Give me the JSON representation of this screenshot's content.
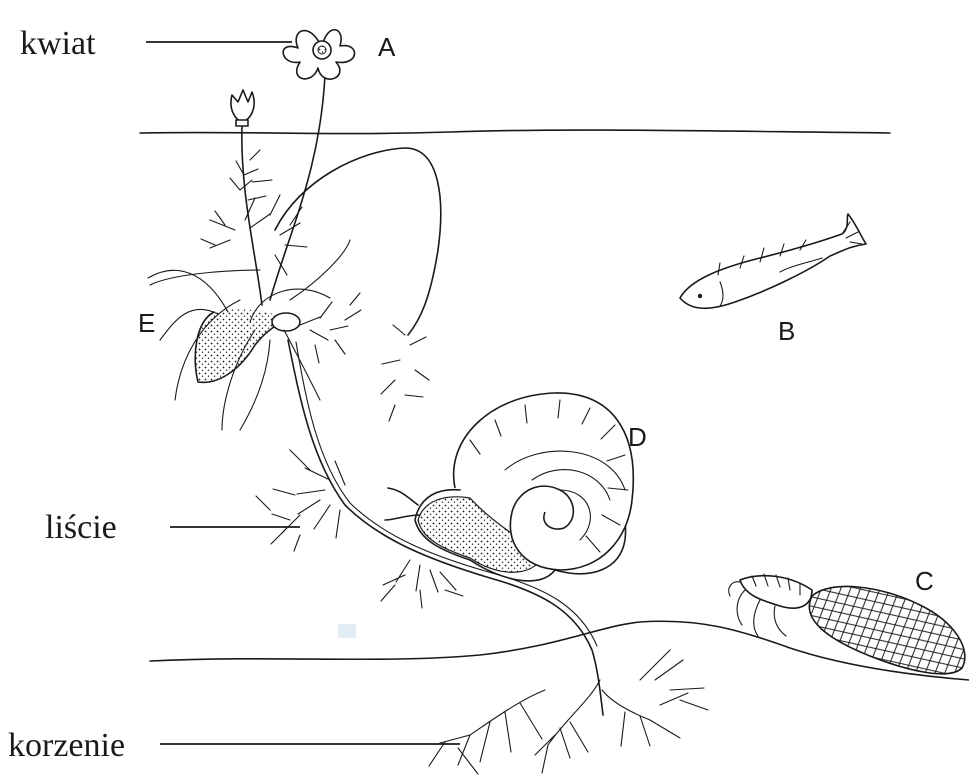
{
  "labels": {
    "flower": "kwiat",
    "leaves": "liście",
    "roots": "korzenie"
  },
  "letters": {
    "a": "A",
    "b": "B",
    "c": "C",
    "d": "D",
    "e": "E"
  }
}
